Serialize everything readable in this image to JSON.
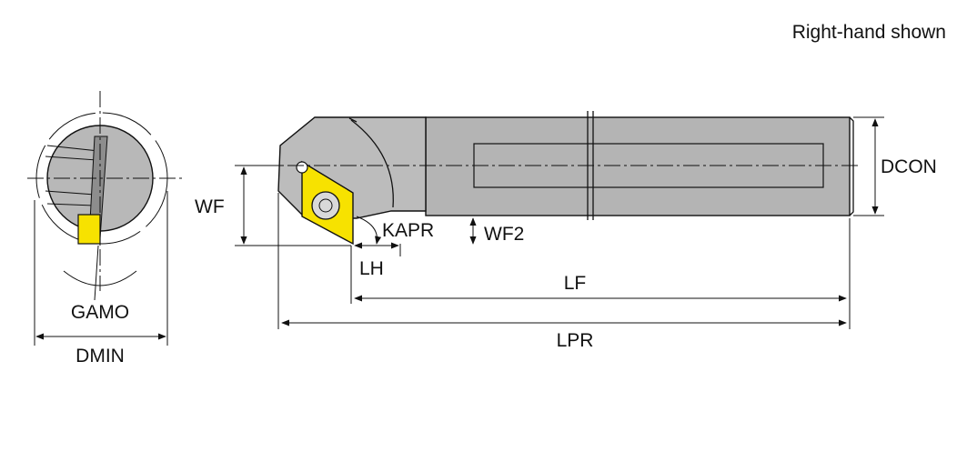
{
  "note": "Right-hand shown",
  "labels": {
    "wf": "WF",
    "wf2": "WF2",
    "kapr": "KAPR",
    "lh": "LH",
    "lf": "LF",
    "lpr": "LPR",
    "dcon": "DCON",
    "gamo": "GAMO",
    "dmin": "DMIN"
  },
  "colors": {
    "shank": "#b4b4b4",
    "head": "#bcbcbc",
    "insert": "#f7e200",
    "outline": "#111111",
    "background": "#ffffff"
  }
}
